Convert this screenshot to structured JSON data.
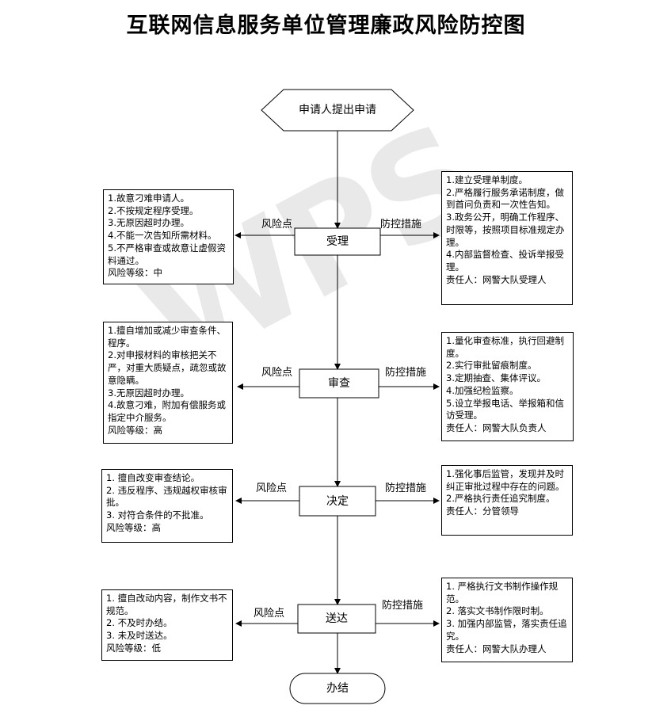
{
  "title": "互联网信息服务单位管理廉政风险防控图",
  "watermark": "WPS",
  "start": "申请人提出申请",
  "end": "办结",
  "risk_label": "风险点",
  "measure_label": "防控措施",
  "stages": [
    {
      "name": "受理",
      "risks": [
        "1.故意刁难申请人。",
        "2.不按规定程序受理。",
        "3.无原因超时办理。",
        "4.不能一次告知所需材料。",
        "5.不严格审查或故意让虚假资料通过。",
        "风险等级：中"
      ],
      "measures": [
        "1.建立受理单制度。",
        "2.严格履行服务承诺制度，做到首问负责和一次性告知。",
        "3.政务公开，明确工作程序、时限等，按照项目标准规定办理。",
        "4.内部监督检查、投诉举报受理。",
        "责任人：网警大队受理人"
      ]
    },
    {
      "name": "审查",
      "risks": [
        "1.擅自增加或减少审查条件、程序。",
        "2.对申报材料的审核把关不严，对重大质疑点，疏忽或故意隐瞒。",
        "3.无原因超时办理。",
        "4.故意刁难，附加有偿服务或指定中介服务。",
        "风险等级：高"
      ],
      "measures": [
        "1.量化审查标准，执行回避制度。",
        "2.实行审批留痕制度。",
        "3.定期抽查、集体评议。",
        "4.加强纪检监察。",
        "5.设立举报电话、举报箱和信访受理。",
        "责任人：网警大队负责人"
      ]
    },
    {
      "name": "决定",
      "risks": [
        "1. 擅自改变审查结论。",
        "2. 违反程序、违规越权审核审批。",
        "3. 对符合条件的不批准。",
        "风险等级：高"
      ],
      "measures": [
        "1.强化事后监管，发现并及时纠正审批过程中存在的问题。",
        "2.严格执行责任追究制度。",
        "责任人：分管领导"
      ]
    },
    {
      "name": "送达",
      "risks": [
        "1. 擅自改动内容，制作文书不规范。",
        "2. 不及时办结。",
        "3. 未及时送达。",
        "风险等级：低"
      ],
      "measures": [
        "1. 严格执行文书制作操作规范。",
        "2. 落实文书制作限时制。",
        "3. 加强内部监管，落实责任追究。",
        "责任人：网警大队办理人"
      ]
    }
  ]
}
